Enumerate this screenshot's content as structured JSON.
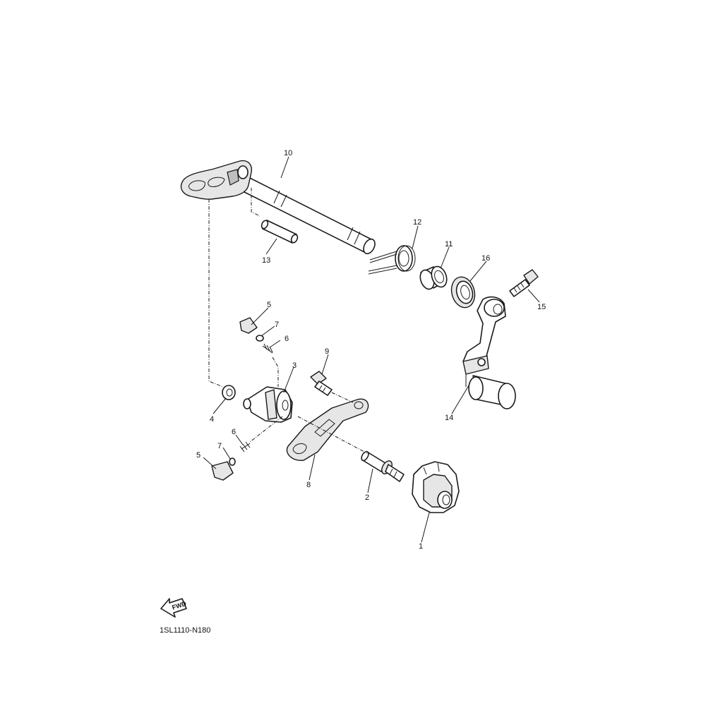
{
  "diagram_code": "1SL1110-N180",
  "fwd_label": "FWD",
  "callouts": [
    {
      "id": "c1",
      "label": "1"
    },
    {
      "id": "c2",
      "label": "2"
    },
    {
      "id": "c3",
      "label": "3"
    },
    {
      "id": "c4",
      "label": "4"
    },
    {
      "id": "c5a",
      "label": "5"
    },
    {
      "id": "c5b",
      "label": "5"
    },
    {
      "id": "c6a",
      "label": "6"
    },
    {
      "id": "c6b",
      "label": "6"
    },
    {
      "id": "c7a",
      "label": "7"
    },
    {
      "id": "c7b",
      "label": "7"
    },
    {
      "id": "c8",
      "label": "8"
    },
    {
      "id": "c9",
      "label": "9"
    },
    {
      "id": "c10",
      "label": "10"
    },
    {
      "id": "c11",
      "label": "11"
    },
    {
      "id": "c12",
      "label": "12"
    },
    {
      "id": "c13",
      "label": "13"
    },
    {
      "id": "c14",
      "label": "14"
    },
    {
      "id": "c15",
      "label": "15"
    },
    {
      "id": "c16",
      "label": "16"
    }
  ]
}
